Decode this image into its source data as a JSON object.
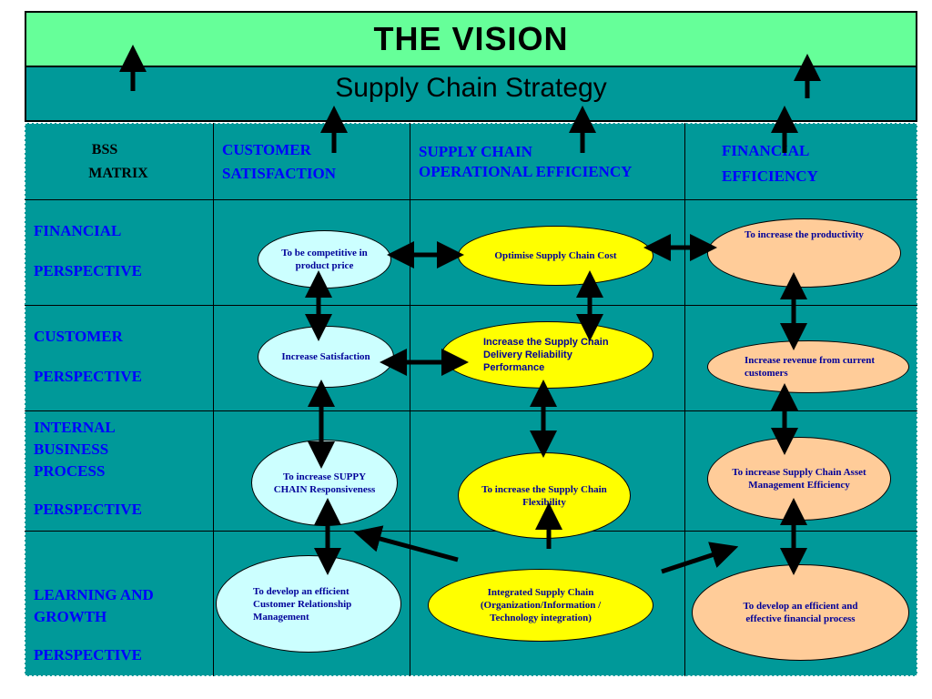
{
  "header": {
    "vision": "THE  VISION",
    "strategy": "Supply Chain Strategy"
  },
  "columns": {
    "corner_line1": "BSS",
    "corner_line2": "MATRIX",
    "customer_line1": "CUSTOMER",
    "customer_line2": "SATISFACTION",
    "supply_line1": "SUPPLY CHAIN",
    "supply_line2": "OPERATIONAL EFFICIENCY",
    "financial_line1": "FINANCIAL",
    "financial_line2": "EFFICIENCY"
  },
  "rows": {
    "financial_line1": "FINANCIAL",
    "financial_line2": "PERSPECTIVE",
    "customer_line1": "CUSTOMER",
    "customer_line2": "PERSPECTIVE",
    "internal_line1": "INTERNAL",
    "internal_line2": "BUSINESS",
    "internal_line3": "PROCESS",
    "internal_line4": "PERSPECTIVE",
    "learning_line1": "LEARNING AND",
    "learning_line2": "GROWTH",
    "learning_line3": "PERSPECTIVE"
  },
  "nodes": {
    "competitive_price": "To be competitive in product price",
    "optimise_cost": "Optimise Supply Chain Cost",
    "increase_productivity": "To increase the productivity",
    "increase_satisfaction": "Increase Satisfaction",
    "delivery_reliability": "Increase the Supply Chain Delivery Reliability Performance",
    "revenue_current": "Increase revenue from current customers",
    "responsiveness": "To increase SUPPY CHAIN Responsiveness",
    "flexibility": "To increase the Supply Chain Flexibility",
    "asset_management": "To increase Supply Chain Asset Management Efficiency",
    "crm": "To develop an efficient Customer Relationship Management",
    "integrated_sc": "Integrated Supply Chain (Organization/Information / Technology integration)",
    "financial_process": "To develop an efficient and effective financial process"
  },
  "colors": {
    "vision_band": "#66ff99",
    "teal": "#009999",
    "label_blue": "#0000ff",
    "cyan_node": "#ccffff",
    "yellow_node": "#ffff00",
    "orange_node": "#ffcc99"
  }
}
